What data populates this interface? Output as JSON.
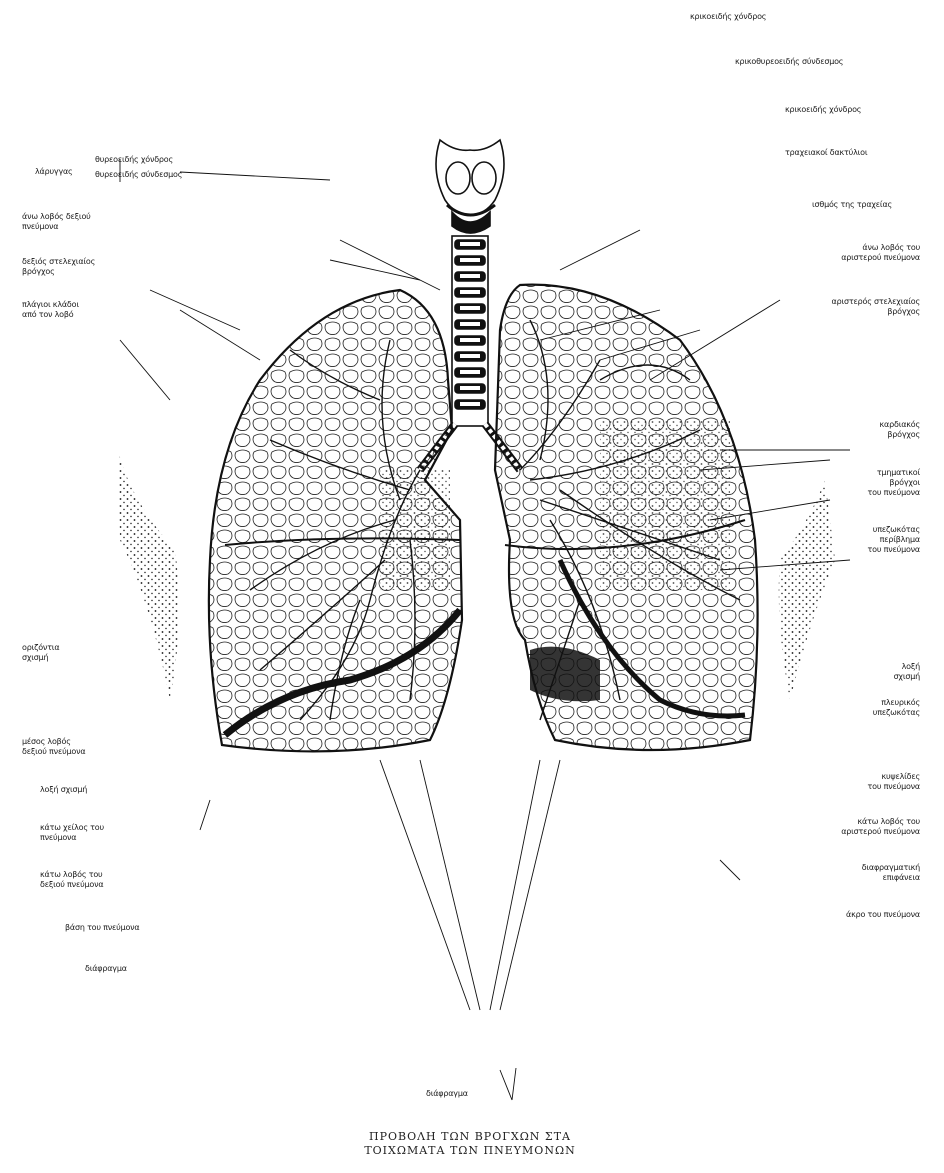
{
  "labels": {
    "top1": "κρικοειδής χόνδρος",
    "top2": "κρικοθυρεοειδής σύνδεσμος",
    "top3": "κρικοειδής χόνδρος",
    "top4": "τραχειακοί δακτύλιοι",
    "top5": "ισθμός της τραχείας",
    "l_brace_a": "θυρεοειδής χόνδρος",
    "l_brace_b": "θυρεοειδής σύνδεσμος",
    "l_brace_head": "λάρυγγας",
    "l1": "άνω λοβός δεξιού\nπνεύμονα",
    "l2": "δεξιός στελεχιαίος\nβρόγχος",
    "l3": "πλάγιοι κλάδοι\nαπό τον λοβό",
    "l4": "οριζόντια\nσχισμή",
    "l5": "μέσος λοβός\nδεξιού πνεύμονα",
    "l6": "λοξή σχισμή",
    "l7": "κάτω χείλος του\nπνεύμονα",
    "l8": "κάτω λοβός του\nδεξιού πνεύμονα",
    "l9": "βάση του πνεύμονα",
    "l10": "διάφραγμα",
    "r1": "άνω λοβός του\nαριστερού πνεύμονα",
    "r2": "αριστερός στελεχιαίος\nβρόγχος",
    "r3": "καρδιακός\nβρόγχος",
    "r4": "τμηματικοί\nβρόγχοι\nτου πνεύμονα",
    "r5": "υπεζωκότας\nπερίβλημα\nτου πνεύμονα",
    "r6": "λοξή\nσχισμή",
    "r7": "πλευρικός\nυπεζωκότας",
    "r8": "κυψελίδες\nτου πνεύμονα",
    "r9": "κάτω λοβός του\nαριστερού πνεύμονα",
    "r10": "διαφραγματική\nεπιφάνεια",
    "r11": "άκρο του πνεύμονα",
    "bottom": "διάφραγμα"
  },
  "caption": "ΠΡΟΒΟΛΗ ΤΩΝ ΒΡΟΓΧΩΝ ΣΤΑ\nΤΟΙΧΩΜΑΤΑ ΤΩΝ ΠΝΕΥΜΟΝΩΝ"
}
